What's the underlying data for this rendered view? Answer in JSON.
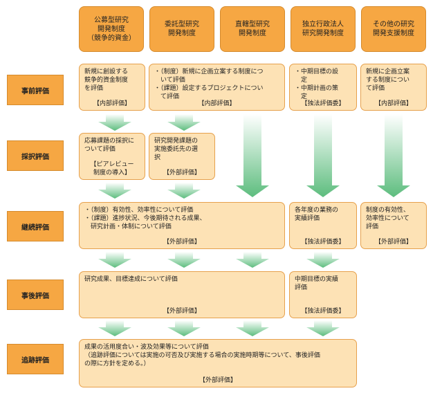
{
  "columns": [
    {
      "label": "公募型研究\n開発制度\n（競争的資金）"
    },
    {
      "label": "委託型研究\n開発制度"
    },
    {
      "label": "直轄型研究\n開発制度"
    },
    {
      "label": "独立行政法人\n研究開発制度"
    },
    {
      "label": "その他の研究\n開発支援制度"
    }
  ],
  "stages": [
    {
      "label": "事前評価"
    },
    {
      "label": "採択評価"
    },
    {
      "label": "継続評価"
    },
    {
      "label": "事後評価"
    },
    {
      "label": "追跡評価"
    }
  ],
  "boxes": {
    "pre_kobo": {
      "text": "新規に創設する\n競争的資金制度\nを評価",
      "foot": "【内部評価】"
    },
    "pre_itaku": {
      "text": "・（制度）新規に企画立案する制度につ\n　いて評価\n・（課題）設定するプロジェクトについ\n　て評価",
      "foot": "【内部評価】"
    },
    "pre_dokuho": {
      "text": "・中期目標の設\n　定\n・中期計画の策\n　定",
      "foot": "【独法評価委】"
    },
    "pre_other": {
      "text": "新規に企画立案\nする制度につい\nて評価",
      "foot": "【内部評価】"
    },
    "sel_kobo": {
      "text": "応募課題の採択に\nついて評価",
      "foot": "【ピアレビュー\n制度の導入】"
    },
    "sel_itaku": {
      "text": "研究開発課題の\n実施委託先の選\n択",
      "foot": "【外部評価】"
    },
    "cont_main": {
      "text": "・（制度）有効性、効率性について評価\n・（課題）進捗状況、今後期待される成果、\n　研究計画・体制について評価",
      "foot": "【外部評価】"
    },
    "cont_dokuho": {
      "text": "各年度の業務の\n実績評価",
      "foot": "【独法評価委】"
    },
    "cont_other": {
      "text": "制度の有効性、\n効率性について\n評価",
      "foot": "【外部評価】"
    },
    "post_main": {
      "text": "研究成果、目標達成について評価",
      "foot": "【外部評価】"
    },
    "post_dokuho": {
      "text": "中期目標の実績\n評価",
      "foot": "【独法評価委】"
    },
    "follow_main": {
      "text": "成果の活用度合い・波及効果等について評価\n（追跡評価については実施の可否及び実施する場合の実施時期等について、事後評価\nの際に方針を定める。）",
      "foot": "【外部評価】"
    }
  },
  "colors": {
    "header_fill": "#f6a743",
    "box_fill": "#fde2b5",
    "box_border": "#e6a04c",
    "arrow_top": "#ffffff",
    "arrow_bottom": "#5dbd7e"
  }
}
